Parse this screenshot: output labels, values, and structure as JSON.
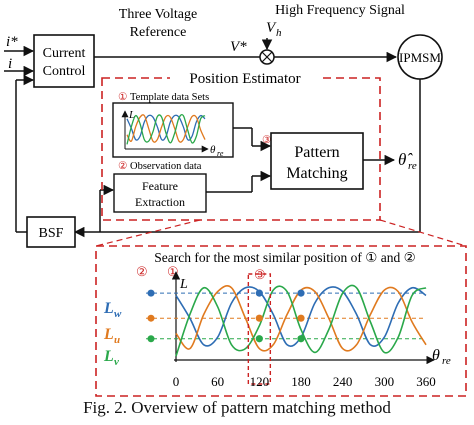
{
  "labels": {
    "three_voltage": [
      "Three Voltage",
      "Reference"
    ],
    "high_freq": "High Frequency Signal",
    "vh_symbol": "V",
    "vh_sub": "h",
    "vstar": "V*",
    "istar": "i*",
    "i": "i",
    "current_control": [
      "Current",
      "Control"
    ],
    "ipmsm": "IPMSM",
    "position_estimator": "Position Estimator",
    "template_label": "Template data Sets",
    "observation_label": "Observation data",
    "feature_extraction": [
      "Feature",
      "Extraction"
    ],
    "pattern_matching": [
      "Pattern",
      "Matching"
    ],
    "theta_hat": "θ̂",
    "theta_hat_sub": "re",
    "bsf": "BSF",
    "mini_L": "L",
    "mini_theta": "θ",
    "mini_theta_sub": "re",
    "search_text": "Search for the most similar position of ① and ②",
    "num1": "①",
    "num2": "②",
    "num3": "③",
    "chart_L": "L",
    "chart_theta": "θ",
    "chart_theta_sub": "re",
    "Lw": "L",
    "Lw_sub": "w",
    "Lu": "L",
    "Lu_sub": "u",
    "Lv": "L",
    "Lv_sub": "v"
  },
  "caption": "Fig. 2.    Overview of pattern matching method",
  "chart_data": {
    "type": "line",
    "x_ticks": [
      0,
      60,
      120,
      180,
      240,
      300,
      360
    ],
    "xlim": [
      0,
      360
    ],
    "series": [
      {
        "color": "#2e6db4",
        "points": [
          [
            0,
            0.85
          ],
          [
            20,
            0.55
          ],
          [
            40,
            0.2
          ],
          [
            60,
            0.3
          ],
          [
            80,
            0.75
          ],
          [
            100,
            0.95
          ],
          [
            120,
            0.9
          ],
          [
            140,
            0.6
          ],
          [
            160,
            0.2
          ],
          [
            180,
            0.3
          ],
          [
            200,
            0.75
          ],
          [
            220,
            0.95
          ],
          [
            240,
            0.9
          ],
          [
            260,
            0.6
          ],
          [
            280,
            0.2
          ],
          [
            300,
            0.3
          ],
          [
            320,
            0.75
          ],
          [
            340,
            0.95
          ],
          [
            360,
            0.85
          ]
        ]
      },
      {
        "color": "#e07a1f",
        "points": [
          [
            0,
            0.35
          ],
          [
            20,
            0.15
          ],
          [
            40,
            0.6
          ],
          [
            60,
            0.9
          ],
          [
            80,
            0.95
          ],
          [
            100,
            0.55
          ],
          [
            120,
            0.15
          ],
          [
            140,
            0.2
          ],
          [
            160,
            0.6
          ],
          [
            180,
            0.92
          ],
          [
            200,
            0.9
          ],
          [
            220,
            0.55
          ],
          [
            240,
            0.15
          ],
          [
            260,
            0.2
          ],
          [
            280,
            0.6
          ],
          [
            300,
            0.92
          ],
          [
            320,
            0.9
          ],
          [
            340,
            0.5
          ],
          [
            360,
            0.2
          ]
        ]
      },
      {
        "color": "#2aa84a",
        "points": [
          [
            0,
            0.05
          ],
          [
            20,
            0.6
          ],
          [
            40,
            0.95
          ],
          [
            60,
            0.7
          ],
          [
            80,
            0.2
          ],
          [
            100,
            0.15
          ],
          [
            120,
            0.45
          ],
          [
            140,
            0.92
          ],
          [
            160,
            0.9
          ],
          [
            180,
            0.4
          ],
          [
            200,
            0.1
          ],
          [
            220,
            0.4
          ],
          [
            240,
            0.88
          ],
          [
            260,
            0.95
          ],
          [
            280,
            0.5
          ],
          [
            300,
            0.1
          ],
          [
            320,
            0.3
          ],
          [
            340,
            0.85
          ],
          [
            360,
            0.95
          ]
        ]
      }
    ],
    "observation_levels": {
      "w": 0.88,
      "u": 0.55,
      "v": 0.28
    },
    "match_points": [
      {
        "color": "#2e6db4",
        "x": 120,
        "level": "w"
      },
      {
        "color": "#2e6db4",
        "x": 180,
        "level": "w"
      },
      {
        "color": "#e07a1f",
        "x": 120,
        "level": "u"
      },
      {
        "color": "#e07a1f",
        "x": 180,
        "level": "u"
      },
      {
        "color": "#2aa84a",
        "x": 120,
        "level": "v"
      },
      {
        "color": "#2aa84a",
        "x": 180,
        "level": "v"
      }
    ],
    "highlight_x": 120
  },
  "colors": {
    "red": "#cc2222",
    "blue": "#2e6db4",
    "orange": "#e07a1f",
    "green": "#2aa84a"
  }
}
